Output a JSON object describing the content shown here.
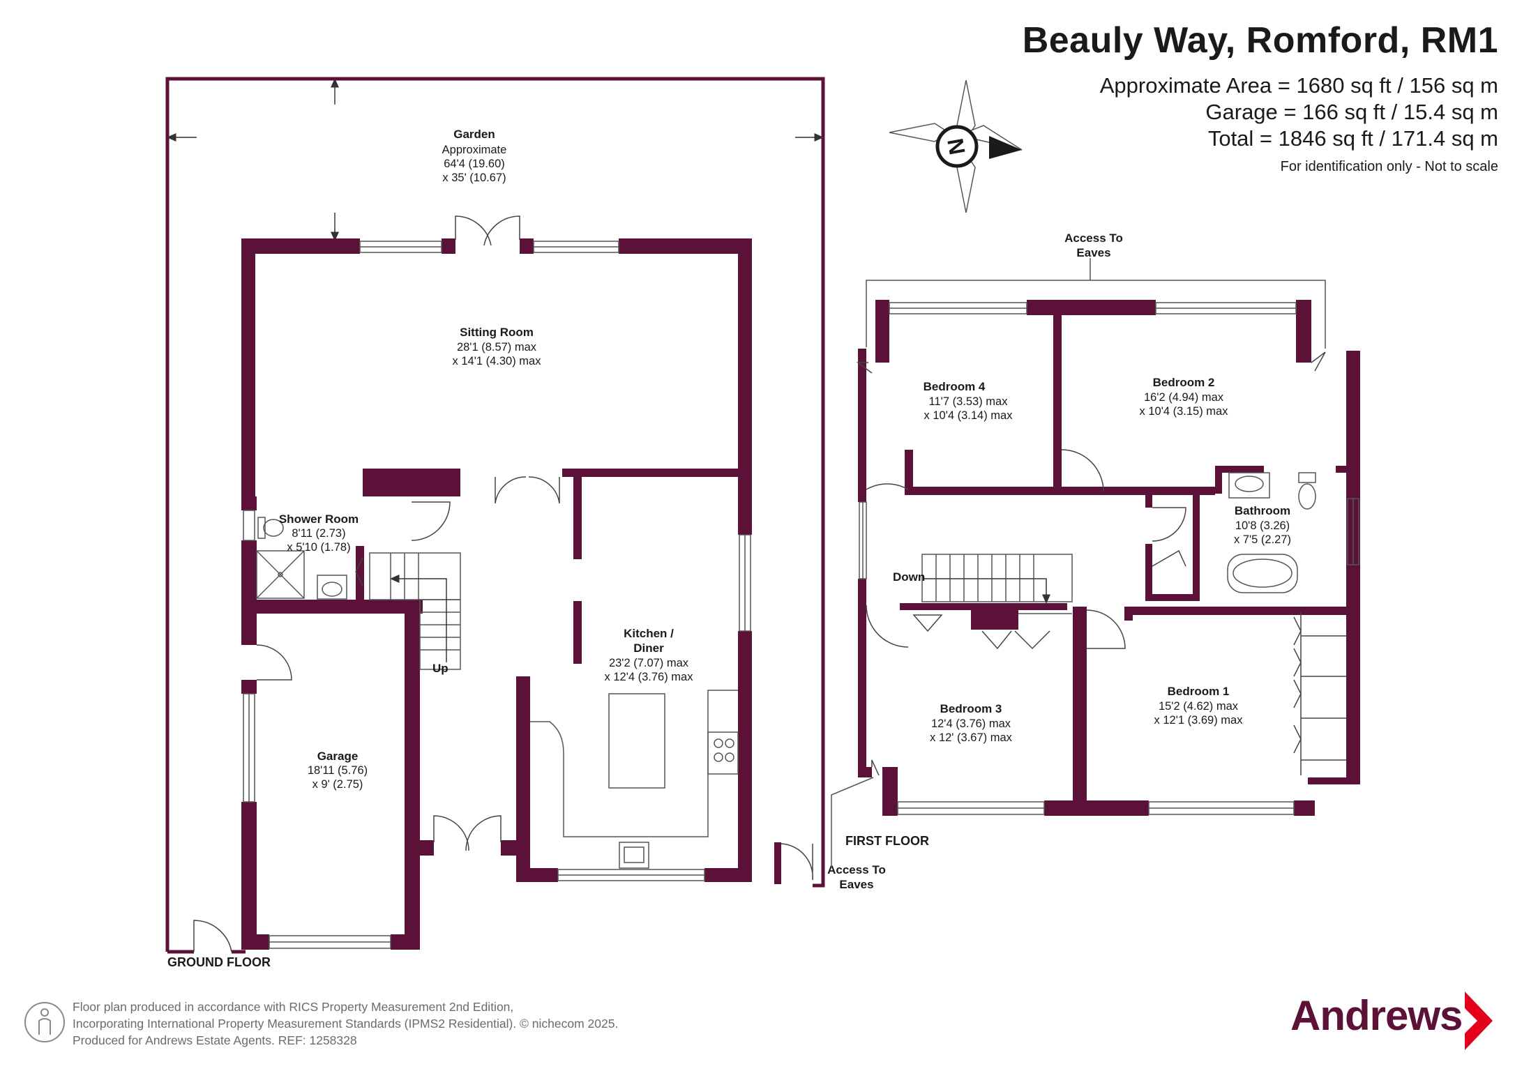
{
  "header": {
    "title": "Beauly Way, Romford, RM1",
    "approx_area": "Approximate Area = 1680 sq ft / 156 sq m",
    "garage_area": "Garage = 166 sq ft / 15.4 sq m",
    "total_area": "Total = 1846 sq ft / 171.4 sq m",
    "note": "For identification only - Not to scale"
  },
  "compass": {
    "label": "N"
  },
  "ground_floor": {
    "label": "GROUND FLOOR",
    "garden": {
      "name": "Garden",
      "line1": "Approximate",
      "line2": "64'4 (19.60)",
      "line3": "x 35' (10.67)"
    },
    "sitting_room": {
      "name": "Sitting Room",
      "dim1": "28'1 (8.57) max",
      "dim2": "x 14'1 (4.30) max"
    },
    "shower_room": {
      "name": "Shower Room",
      "dim1": "8'11 (2.73)",
      "dim2": "x 5'10 (1.78)"
    },
    "kitchen": {
      "name1": "Kitchen /",
      "name2": "Diner",
      "dim1": "23'2 (7.07) max",
      "dim2": "x 12'4 (3.76) max"
    },
    "garage": {
      "name": "Garage",
      "dim1": "18'11 (5.76)",
      "dim2": "x 9' (2.75)"
    },
    "stairs_label": "Up",
    "eaves_label1": "Access To",
    "eaves_label2": "Eaves"
  },
  "first_floor": {
    "label": "FIRST FLOOR",
    "eaves_top1": "Access To",
    "eaves_top2": "Eaves",
    "bedroom4": {
      "name": "Bedroom 4",
      "dim1": "11'7 (3.53) max",
      "dim2": "x 10'4 (3.14) max"
    },
    "bedroom2": {
      "name": "Bedroom 2",
      "dim1": "16'2 (4.94) max",
      "dim2": "x 10'4 (3.15) max"
    },
    "bathroom": {
      "name": "Bathroom",
      "dim1": "10'8 (3.26)",
      "dim2": "x 7'5 (2.27)"
    },
    "bedroom3": {
      "name": "Bedroom 3",
      "dim1": "12'4 (3.76) max",
      "dim2": "x 12' (3.67) max"
    },
    "bedroom1": {
      "name": "Bedroom 1",
      "dim1": "15'2 (4.62) max",
      "dim2": "x 12'1 (3.69) max"
    },
    "stairs_label": "Down"
  },
  "footer": {
    "line1": "Floor plan produced in accordance with RICS Property Measurement 2nd Edition,",
    "line2": "Incorporating International Property Measurement Standards (IPMS2 Residential).   © nichecom 2025.",
    "line3": "Produced for Andrews Estate Agents.   REF: 1258328"
  },
  "brand": {
    "name": "Andrews",
    "color": "#5c1238"
  },
  "colors": {
    "wall": "#5c1238",
    "line": "#444444"
  }
}
